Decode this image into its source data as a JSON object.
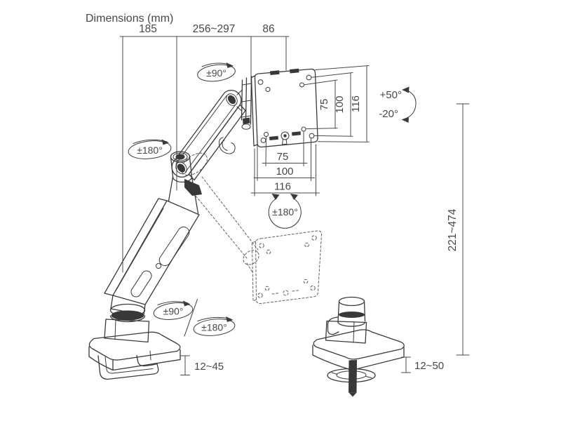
{
  "title": "Dimensions (mm)",
  "colors": {
    "line": "#3a3a3a",
    "text": "#474747",
    "background": "#ffffff"
  },
  "dimensions": {
    "top_segments": [
      "185",
      "256~297",
      "86"
    ],
    "vesa_vertical": [
      "75",
      "100",
      "116"
    ],
    "vesa_horizontal": [
      "75",
      "100",
      "116"
    ],
    "height_range": "221~474",
    "clamp_range_left": "12~45",
    "grommet_range_right": "12~50"
  },
  "rotations": {
    "head_swivel": "±90°",
    "arm_swivel": "±180°",
    "base_swivel": "±90°",
    "base_rotation": "±180°",
    "vesa_rotation": "±180°",
    "tilt_up": "+50°",
    "tilt_down": "-20°"
  }
}
